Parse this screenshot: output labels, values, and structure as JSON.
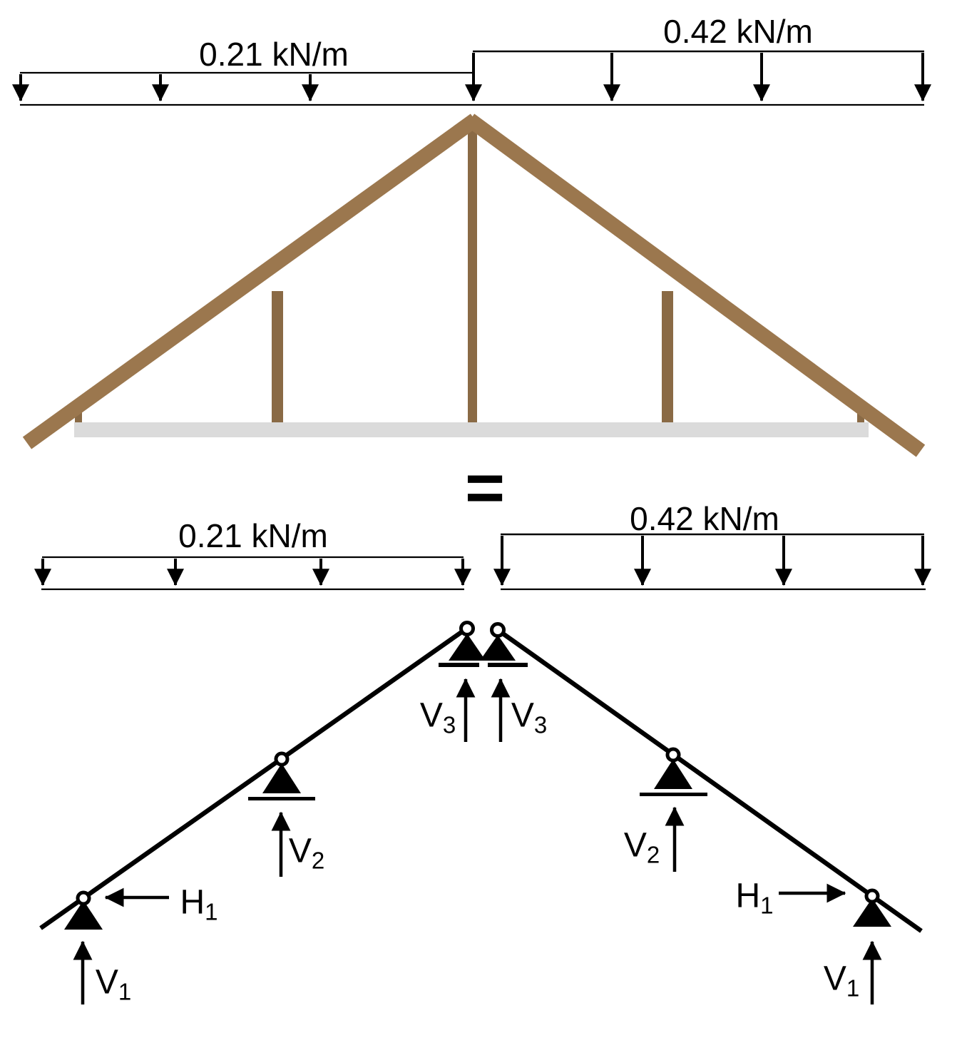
{
  "colors": {
    "rafter_wood": "#9B774E",
    "post_wood": "#8A6A45",
    "chord_gray": "#DBDBDB",
    "ink": "#000000"
  },
  "loads": {
    "top_left_label": "0.21 kN/m",
    "top_right_label": "0.42 kN/m",
    "bottom_left_label": "0.21 kN/m",
    "bottom_right_label": "0.42 kN/m"
  },
  "equals": "=",
  "reactions": {
    "v1": {
      "main": "V",
      "sub": "1"
    },
    "v2": {
      "main": "V",
      "sub": "2"
    },
    "v3": {
      "main": "V",
      "sub": "3"
    },
    "h1": {
      "main": "H",
      "sub": "1"
    }
  }
}
